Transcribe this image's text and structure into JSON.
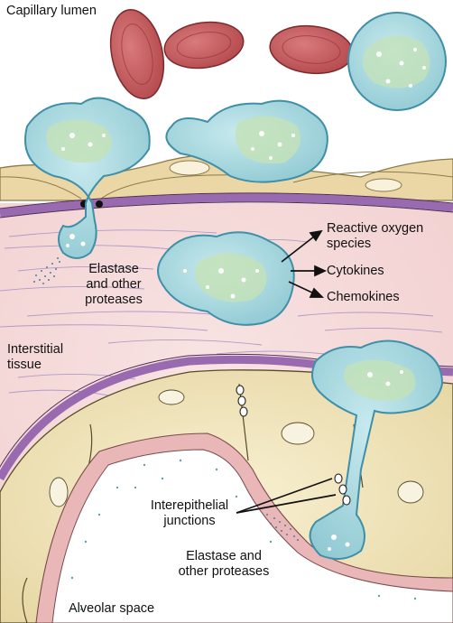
{
  "labels": {
    "capillary_lumen": "Capillary lumen",
    "reactive_oxygen_line1": "Reactive oxygen",
    "reactive_oxygen_line2": "species",
    "cytokines": "Cytokines",
    "chemokines": "Chemokines",
    "elastase_upper_line1": "Elastase",
    "elastase_upper_line2": "and other",
    "elastase_upper_line3": "proteases",
    "interstitial_line1": "Interstitial",
    "interstitial_line2": "tissue",
    "interepithelial_line1": "Interepithelial",
    "interepithelial_line2": "junctions",
    "elastase_lower_line1": "Elastase and",
    "elastase_lower_line2": "other proteases",
    "alveolar_space": "Alveolar space"
  },
  "colors": {
    "red_cell": "#c0565a",
    "red_cell_outline": "#7a2a2c",
    "neutrophil": "#9fd3d9",
    "neutrophil_nucleus": "#c3e2b9",
    "neutrophil_outline": "#3f8fa8",
    "endothelium": "#e9d6a6",
    "basement_membrane": "#9a6ab0",
    "interstitium": "#f6dcdc",
    "epithelium": "#efe4c0",
    "alveolar_lining": "#e9b7b7"
  }
}
